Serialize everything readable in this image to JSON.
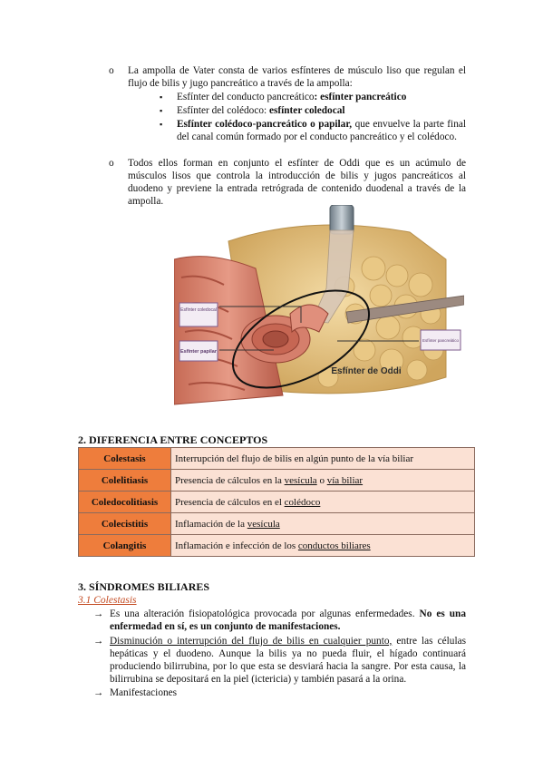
{
  "items": [
    {
      "bullet": "o",
      "pre": "La ampolla de Vater consta de varios esfínteres de músculo liso que regulan el flujo de bilis y jugo pancreático a través de la ampolla:"
    },
    {
      "bullet": "o",
      "pre": "Todos ellos forman en conjunto el esfínter de Oddi que es un acúmulo de músculos lisos que controla la introducción de bilis y jugos pancreáticos al duodeno y previene la entrada retrógrada de contenido duodenal a través de la ampolla."
    }
  ],
  "subitems": [
    {
      "bullet": "▪",
      "pre": "Esfínter del conducto pancreático",
      "bold": ": esfínter pancreático",
      "post": ""
    },
    {
      "bullet": "▪",
      "pre": "Esfínter del colédoco: ",
      "bold": "esfínter coledocal",
      "post": ""
    },
    {
      "bullet": "▪",
      "pre": "",
      "bold": "Esfínter colédoco-pancreático o papilar,",
      "post": " que envuelve la parte final del canal común formado por el conducto pancreático y el colédoco."
    }
  ],
  "figure": {
    "label_left_top": "Esfínter coledocal",
    "label_left_bottom": "Esfínter papilar",
    "label_right": "Esfínter pancreático",
    "label_center": "Esfínter de Oddi"
  },
  "section2": {
    "title": "2. DIFERENCIA ENTRE CONCEPTOS",
    "rows": [
      {
        "term": "Colestasis",
        "pre": "Interrupción del flujo de bilis en algún punto de la vía biliar",
        "u1": "",
        "mid": "",
        "u2": ""
      },
      {
        "term": "Colelitiasis",
        "pre": "Presencia de cálculos en la ",
        "u1": "vesícula",
        "mid": " o ",
        "u2": "vía biliar"
      },
      {
        "term": "Coledocolitiasis",
        "pre": "Presencia de cálculos en el ",
        "u1": "colédoco",
        "mid": "",
        "u2": ""
      },
      {
        "term": "Colecistitis",
        "pre": "Inflamación de la ",
        "u1": "vesícula",
        "mid": "",
        "u2": ""
      },
      {
        "term": "Colangitis",
        "pre": "Inflamación e infección de los ",
        "u1": "conductos biliares",
        "mid": "",
        "u2": ""
      }
    ]
  },
  "section3": {
    "title": "3. SÍNDROMES BILIARES",
    "subtitle": "3.1 Colestasis",
    "arrow": "→",
    "p1_pre": "Es una alteración fisiopatológica provocada por algunas enfermedades. ",
    "p1_bold": "No es una enfermedad en sí, es un conjunto de manifestaciones.",
    "p2_u": "Disminución o interrupción del flujo de bilis en cualquier punto,",
    "p2_post": " entre las células hepáticas y el duodeno. Aunque la bilis ya no pueda fluir, el hígado continuará produciendo bilirrubina, por lo que esta se desviará hacia la sangre. Por esta causa, la bilirrubina se depositará en la piel (ictericia) y también pasará a la orina.",
    "p3": "Manifestaciones"
  }
}
